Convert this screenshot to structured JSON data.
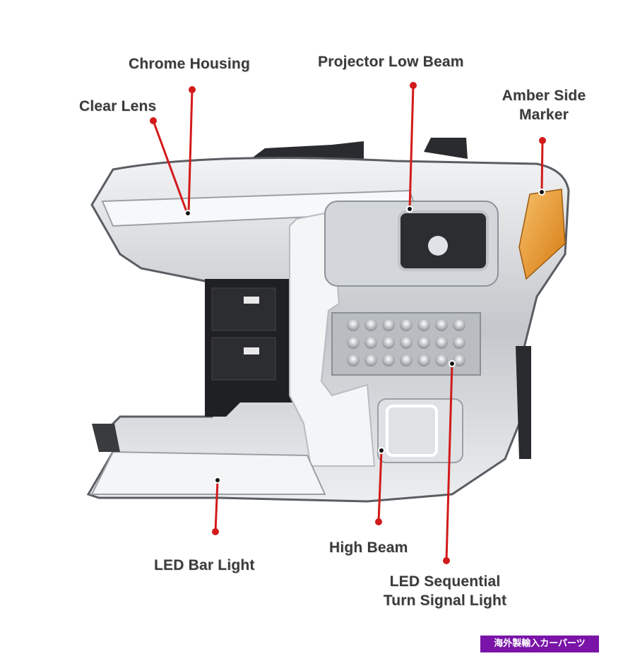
{
  "labels": {
    "chrome_housing": "Chrome Housing",
    "clear_lens": "Clear Lens",
    "projector_low_beam": "Projector Low Beam",
    "amber_side_marker_line1": "Amber Side",
    "amber_side_marker_line2": "Marker",
    "led_bar_light": "LED Bar Light",
    "high_beam": "High Beam",
    "led_sequential_line1": "LED Sequential",
    "led_sequential_line2": "Turn Signal Light"
  },
  "watermark": "海外製輸入カーパーツ",
  "colors": {
    "leader_line": "#d21a1a",
    "label_text": "#3a3a3a",
    "watermark_bg": "#7a14a8",
    "amber": "#e08a1a",
    "chrome": "#c9ccd0"
  }
}
